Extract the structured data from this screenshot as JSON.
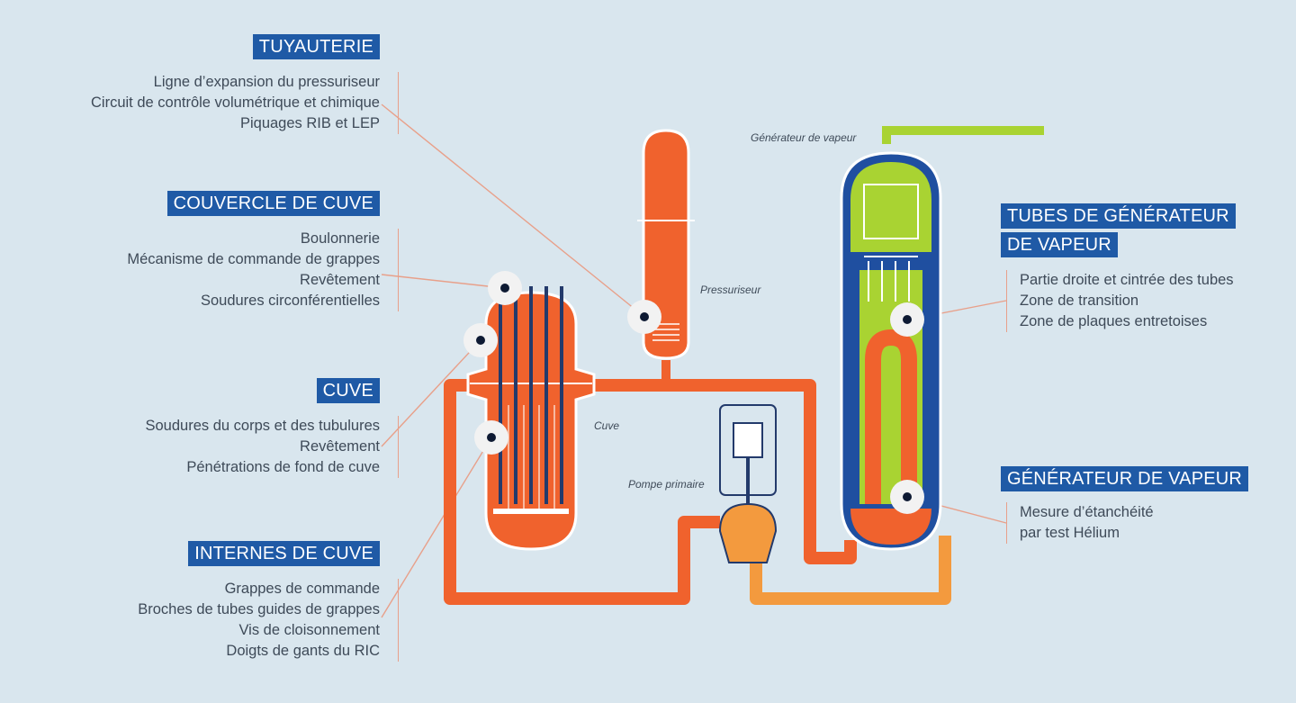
{
  "sections": {
    "tuyauterie": {
      "heading": "TUYAUTERIE",
      "items": [
        "Ligne d’expansion du pressuriseur",
        "Circuit de contrôle volumétrique et chimique",
        "Piquages RIB et LEP"
      ]
    },
    "couvercle": {
      "heading": "COUVERCLE DE CUVE",
      "items": [
        "Boulonnerie",
        "Mécanisme de commande de grappes",
        "Revêtement",
        "Soudures circonférentielles"
      ]
    },
    "cuve": {
      "heading": "CUVE",
      "items": [
        "Soudures du corps et des tubulures",
        "Revêtement",
        "Pénétrations de fond de cuve"
      ]
    },
    "internes": {
      "heading": "INTERNES DE CUVE",
      "items": [
        "Grappes de commande",
        "Broches de tubes guides de grappes",
        "Vis de cloisonnement",
        "Doigts de gants du RIC"
      ]
    },
    "tubes_gv": {
      "heading_line1": "TUBES DE GÉNÉRATEUR",
      "heading_line2": "DE VAPEUR",
      "items": [
        "Partie droite et cintrée des tubes",
        "Zone de transition",
        "Zone de plaques entretoises"
      ]
    },
    "gv": {
      "heading": "GÉNÉRATEUR DE VAPEUR",
      "items": [
        "Mesure d’étanchéité",
        "par test Hélium"
      ]
    }
  },
  "components": {
    "generateur_label": "Générateur de vapeur",
    "pressuriseur_label": "Pressuriseur",
    "cuve_label": "Cuve",
    "pompe_label": "Pompe primaire"
  },
  "colors": {
    "background": "#d9e6ee",
    "heading_bg": "#1f5aa6",
    "hot_loop": "#f0622d",
    "cold_loop": "#f39a3e",
    "steam": "#a9d332",
    "sg_shell": "#1f4fa0",
    "leader_line": "#e8a08a"
  }
}
